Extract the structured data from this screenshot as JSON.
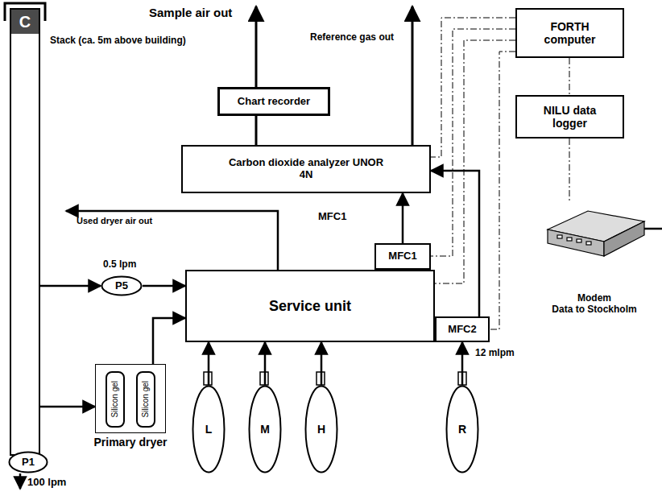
{
  "diagram": {
    "nodes": [
      {
        "text": [
          "C"
        ]
      },
      {
        "text": [
          "P1"
        ]
      },
      {
        "text": [
          "P5"
        ]
      },
      {
        "text": [
          "Primary dryer"
        ]
      },
      {
        "text": [
          "Silicon gel"
        ],
        "in": 3
      },
      {
        "text": [
          "Silicon gel"
        ],
        "in": 3
      },
      {
        "text": [
          "Service unit"
        ]
      },
      {
        "text": [
          "MFC1"
        ]
      },
      {
        "text": [
          "MFC2"
        ]
      },
      {
        "text": [
          "L"
        ]
      },
      {
        "text": [
          "M"
        ]
      },
      {
        "text": [
          "H"
        ]
      },
      {
        "text": [
          "R"
        ]
      },
      {
        "text": [
          "Carbon dioxide analyzer UNOR 4N"
        ]
      },
      {
        "text": [
          "Chart recorder"
        ]
      },
      {
        "text": [
          "FORTH computer"
        ]
      },
      {
        "text": [
          "NILU data logger"
        ]
      },
      {
        "text": [
          "Modem",
          "Data to Stockholm"
        ]
      }
    ],
    "edges": [
      {
        "from": 0,
        "to": 2,
        "arrow": "to"
      },
      {
        "from": 2,
        "to": 6,
        "arrow": "to"
      },
      {
        "from": 0,
        "to": 3,
        "arrow": "to"
      },
      {
        "from": 3,
        "to": 6,
        "arrow": "to"
      },
      {
        "from": 9,
        "to": 6,
        "arrow": "to"
      },
      {
        "from": 10,
        "to": 6,
        "arrow": "to"
      },
      {
        "from": 11,
        "to": 6,
        "arrow": "to"
      },
      {
        "from": 12,
        "to": 8,
        "arrow": "to"
      },
      {
        "from": 7,
        "to": 13,
        "arrow": "to"
      },
      {
        "from": 8,
        "to": 13,
        "arrow": "to"
      },
      {
        "from": 15,
        "to": 13,
        "arrow": "none"
      },
      {
        "from": 15,
        "to": 7,
        "arrow": "none"
      },
      {
        "from": 15,
        "to": 6,
        "arrow": "none"
      },
      {
        "from": 15,
        "to": 8,
        "arrow": "none"
      },
      {
        "from": 15,
        "to": 16,
        "arrow": "none"
      },
      {
        "from": 16,
        "to": 17,
        "arrow": "none"
      }
    ],
    "labels": [
      "Sample air out",
      "Reference gas out",
      "Stack (ca. 5m above building)",
      "Used dryer air out",
      "MFC1",
      "0.5 lpm",
      "100 lpm",
      "12 mlpm"
    ]
  }
}
